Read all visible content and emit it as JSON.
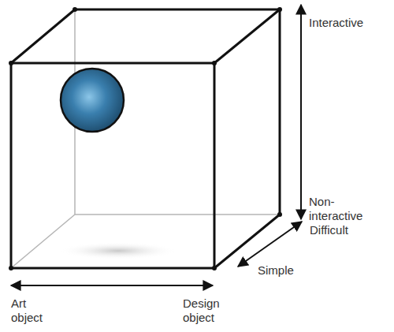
{
  "diagram": {
    "labels": [
      "Interactive",
      "Non-interactive",
      "Difficult",
      "Simple",
      "Art object",
      "Design object"
    ]
  }
}
